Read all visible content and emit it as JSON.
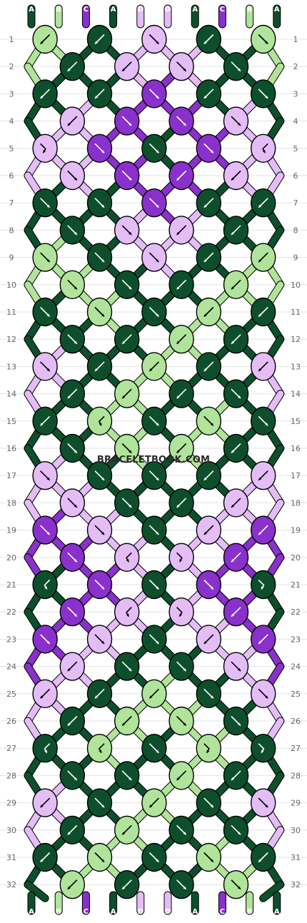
{
  "site": {
    "watermark": "BRACELETBOOK.COM"
  },
  "colors": {
    "A": "#0d4f2c",
    "B": "#b0e49a",
    "C": "#8a30cc",
    "D": "#e4bdf7"
  },
  "strings": [
    "A",
    "B",
    "C",
    "A",
    "D",
    "D",
    "A",
    "C",
    "B",
    "A"
  ],
  "row_labels": [
    "1",
    "2",
    "3",
    "4",
    "5",
    "6",
    "7",
    "8",
    "9",
    "10",
    "11",
    "12",
    "13",
    "14",
    "15",
    "16",
    "17",
    "18",
    "19",
    "20",
    "21",
    "22",
    "23",
    "24",
    "25",
    "26",
    "27",
    "28",
    "29",
    "30",
    "31",
    "32"
  ],
  "knot_rows": [
    [
      "B",
      "A",
      "D",
      "A",
      "B"
    ],
    [
      "A",
      "D",
      "D",
      "A"
    ],
    [
      "A",
      "A",
      "C",
      "A",
      "A"
    ],
    [
      "D",
      "C",
      "C",
      "D"
    ],
    [
      "D",
      "C",
      "A",
      "C",
      "D"
    ],
    [
      "D",
      "C",
      "C",
      "D"
    ],
    [
      "A",
      "A",
      "C",
      "A",
      "A"
    ],
    [
      "A",
      "D",
      "D",
      "A"
    ],
    [
      "B",
      "A",
      "D",
      "A",
      "B"
    ],
    [
      "B",
      "A",
      "A",
      "B"
    ],
    [
      "A",
      "B",
      "A",
      "B",
      "A"
    ],
    [
      "A",
      "A",
      "B",
      "A"
    ],
    [
      "D",
      "A",
      "B",
      "A",
      "D"
    ],
    [
      "A",
      "B",
      "A",
      "A"
    ],
    [
      "A",
      "B",
      "A",
      "B",
      "A"
    ],
    [
      "A",
      "B",
      "B",
      "A"
    ],
    [
      "D",
      "A",
      "A",
      "A",
      "D"
    ],
    [
      "D",
      "A",
      "A",
      "D"
    ],
    [
      "C",
      "D",
      "A",
      "D",
      "C"
    ],
    [
      "C",
      "D",
      "D",
      "C"
    ],
    [
      "A",
      "C",
      "A",
      "C",
      "A"
    ],
    [
      "C",
      "D",
      "D",
      "C"
    ],
    [
      "C",
      "D",
      "A",
      "D",
      "C"
    ],
    [
      "D",
      "A",
      "A",
      "D"
    ],
    [
      "D",
      "A",
      "B",
      "A",
      "D"
    ],
    [
      "A",
      "B",
      "B",
      "A"
    ],
    [
      "A",
      "B",
      "A",
      "B",
      "A"
    ],
    [
      "A",
      "A",
      "B",
      "A"
    ],
    [
      "D",
      "A",
      "B",
      "A",
      "D"
    ],
    [
      "A",
      "B",
      "A",
      "A"
    ],
    [
      "A",
      "B",
      "A",
      "B",
      "A"
    ],
    [
      "B",
      "A",
      "A",
      "B"
    ]
  ],
  "knot_dirs": [
    [
      "v",
      "v",
      "r",
      "v",
      "r"
    ],
    [
      "v",
      "v",
      "r",
      "r"
    ],
    [
      "v",
      "v",
      "r",
      "v",
      "r"
    ],
    [
      "v",
      "r",
      "r",
      "r"
    ],
    [
      "l",
      "r",
      "r",
      "r",
      "L"
    ],
    [
      "r",
      "r",
      "v",
      "v"
    ],
    [
      "r",
      "r",
      "r",
      "v",
      "v"
    ],
    [
      "r",
      "r",
      "v",
      "v"
    ],
    [
      "r",
      "r",
      "r",
      "v",
      "v"
    ],
    [
      "r",
      "r",
      "v",
      "v"
    ],
    [
      "r",
      "r",
      "r",
      "v",
      "v"
    ],
    [
      "r",
      "v",
      "v",
      "v"
    ],
    [
      "r",
      "v",
      "v",
      "v",
      "v"
    ],
    [
      "v",
      "v",
      "v",
      "r"
    ],
    [
      "v",
      "L",
      "r",
      "r",
      "r"
    ],
    [
      "r",
      "r",
      "v",
      "v"
    ],
    [
      "r",
      "r",
      "r",
      "v",
      "v"
    ],
    [
      "r",
      "r",
      "v",
      "v"
    ],
    [
      "r",
      "r",
      "r",
      "v",
      "v"
    ],
    [
      "r",
      "L",
      "l",
      "v"
    ],
    [
      "L",
      "r",
      "r",
      "r",
      "l"
    ],
    [
      "r",
      "L",
      "l",
      "v"
    ],
    [
      "r",
      "r",
      "r",
      "v",
      "v"
    ],
    [
      "v",
      "r",
      "r",
      "r"
    ],
    [
      "v",
      "v",
      "v",
      "r",
      "r"
    ],
    [
      "v",
      "v",
      "r",
      "r"
    ],
    [
      "L",
      "L",
      "r",
      "l",
      "l"
    ],
    [
      "r",
      "r",
      "v",
      "v"
    ],
    [
      "v",
      "r",
      "v",
      "r",
      "r"
    ],
    [
      "v",
      "v",
      "r",
      "r"
    ],
    [
      "v",
      "r",
      "r",
      "r",
      "v"
    ],
    [
      "v",
      "v",
      "r",
      "r"
    ]
  ]
}
